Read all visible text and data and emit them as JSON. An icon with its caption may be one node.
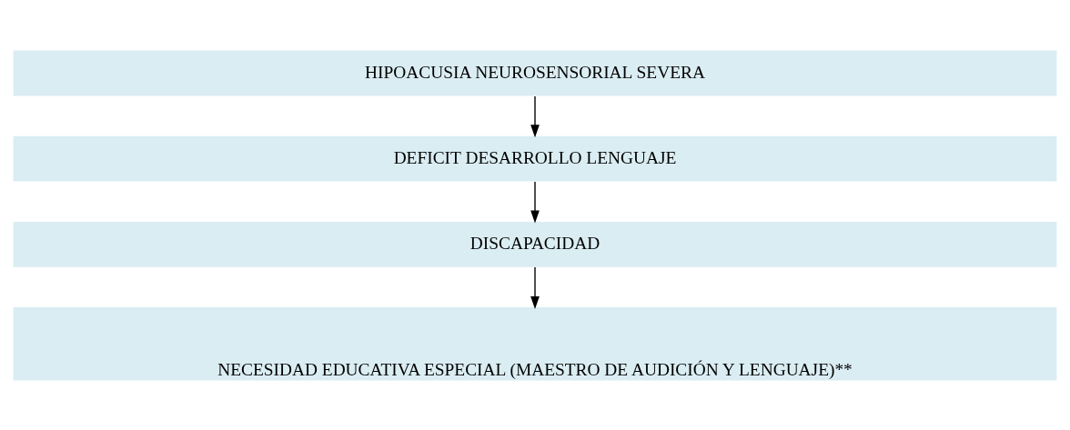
{
  "diagram": {
    "nodes": [
      {
        "text": [
          "HIPOACUSIA NEUROSENSORIAL SEVERA"
        ]
      },
      {
        "text": [
          "DEFICIT DESARROLLO LENGUAJE"
        ]
      },
      {
        "text": [
          "DISCAPACIDAD"
        ]
      },
      {
        "text": [
          "NECESIDAD EDUCATIVA ESPECIAL (MAESTRO DE AUDICIÓN Y LENGUAJE)**"
        ]
      }
    ],
    "edges": [
      {
        "from": 0,
        "to": 1,
        "arrow": "to"
      },
      {
        "from": 1,
        "to": 2,
        "arrow": "to"
      },
      {
        "from": 2,
        "to": 3,
        "arrow": "to"
      }
    ]
  }
}
